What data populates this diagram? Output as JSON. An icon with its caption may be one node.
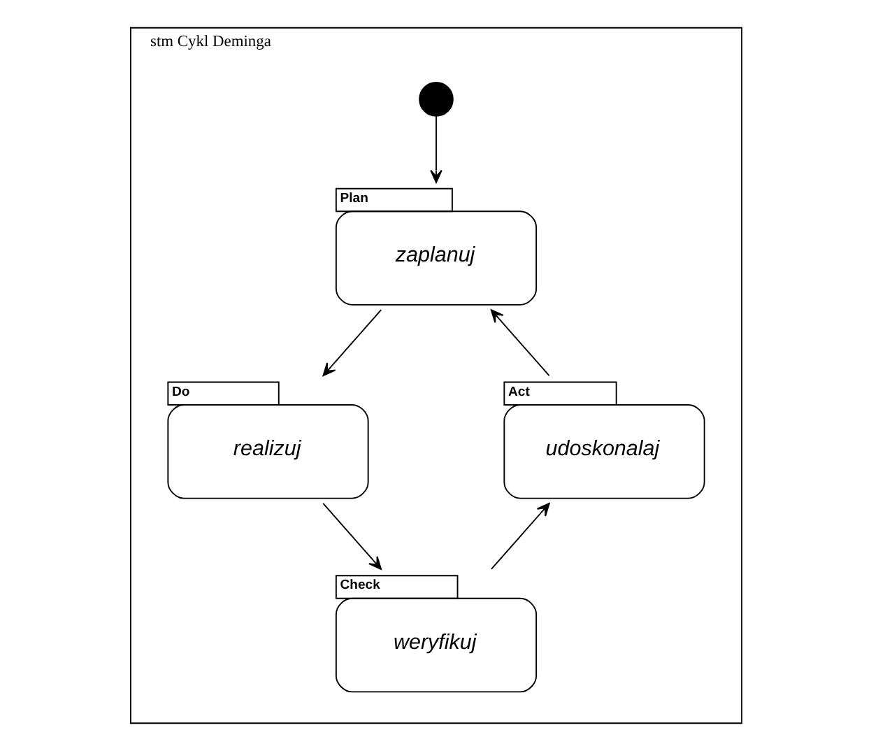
{
  "diagram": {
    "nodes": [
      {
        "text": [
          "stm Cykl Deminga"
        ]
      },
      {
        "text": [],
        "shape": "circle",
        "in": 0
      },
      {
        "text": [
          "zaplanuj"
        ],
        "beside": [
          "Plan"
        ],
        "in": 0
      },
      {
        "text": [
          "realizuj"
        ],
        "beside": [
          "Do"
        ],
        "in": 0
      },
      {
        "text": [
          "weryfikuj"
        ],
        "beside": [
          "Check"
        ],
        "in": 0
      },
      {
        "text": [
          "udoskonalaj"
        ],
        "beside": [
          "Act"
        ],
        "in": 0
      }
    ],
    "edges": [
      {
        "from": 1,
        "to": 2,
        "arrow": "to"
      },
      {
        "from": 2,
        "to": 3,
        "arrow": "to"
      },
      {
        "from": 3,
        "to": 4,
        "arrow": "to"
      },
      {
        "from": 4,
        "to": 5,
        "arrow": "to"
      },
      {
        "from": 5,
        "to": 2,
        "arrow": "to"
      }
    ]
  }
}
